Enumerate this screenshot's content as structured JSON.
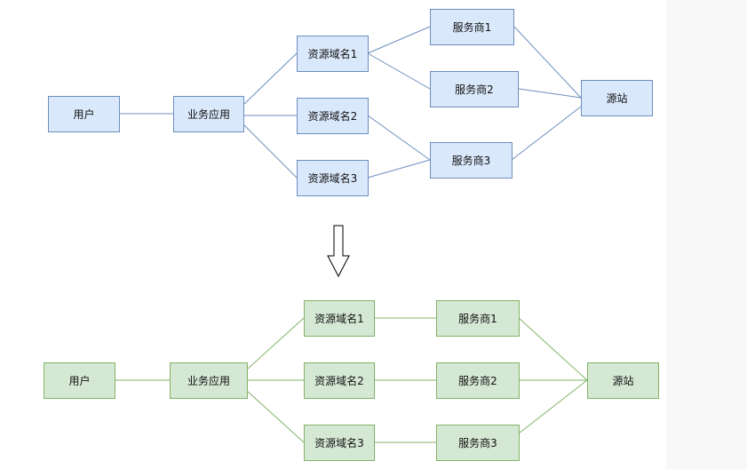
{
  "top": {
    "user": "用户",
    "app": "业务应用",
    "domain1": "资源域名1",
    "domain2": "资源域名2",
    "domain3": "资源域名3",
    "provider1": "服务商1",
    "provider2": "服务商2",
    "provider3": "服务商3",
    "origin": "源站"
  },
  "bottom": {
    "user": "用户",
    "app": "业务应用",
    "domain1": "资源域名1",
    "domain2": "资源域名2",
    "domain3": "资源域名3",
    "provider1": "服务商1",
    "provider2": "服务商2",
    "provider3": "服务商3",
    "origin": "源站"
  },
  "colors": {
    "top_fill": "#dae8fc",
    "top_stroke": "#6c8ebf",
    "bottom_fill": "#d5e8d4",
    "bottom_stroke": "#82b366"
  }
}
